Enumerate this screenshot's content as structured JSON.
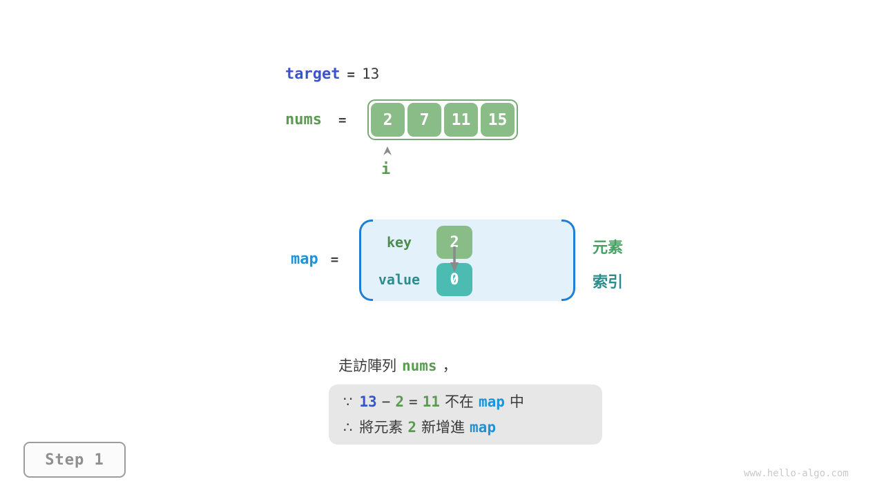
{
  "colors": {
    "royal_blue": "#3b54c9",
    "azure_blue": "#1c94d8",
    "bracket_blue": "#1d7ed3",
    "code_green": "#5a9b51",
    "key_label_green": "#4e8b4e",
    "element_green": "#46a163",
    "teal_text": "#2e8c8c",
    "array_cell_green": "#8abc88",
    "array_border_green": "#75aa74",
    "value_cell_teal": "#4cbcb3",
    "dark_text": "#3a3a3a",
    "arrow_gray": "#8a8a8a",
    "note_bg": "#e7e7e7",
    "map_bg": "#e3f1fa"
  },
  "target_line": {
    "label": "target",
    "equals": "=",
    "value": "13"
  },
  "nums_line": {
    "label": "nums",
    "equals": "=",
    "values": [
      "2",
      "7",
      "11",
      "15"
    ],
    "pointer": "i"
  },
  "map_section": {
    "label": "map",
    "equals": "=",
    "key_label": "key",
    "key_value": "2",
    "value_label": "value",
    "value_value": "0",
    "element_label": "元素",
    "index_label": "索引"
  },
  "sentence": {
    "prefix": "走訪陣列",
    "code": "nums",
    "comma": "，"
  },
  "note": {
    "line1": {
      "because": "∵",
      "minuend": "13",
      "minus": "−",
      "subtrahend": "2",
      "equals": "=",
      "difference": "11",
      "text_a": "不在",
      "map": "map",
      "text_b": "中"
    },
    "line2": {
      "therefore": "∴",
      "text_a": "將元素",
      "value": "2",
      "text_b": "新增進",
      "map": "map"
    }
  },
  "footer": {
    "step": "Step 1",
    "watermark": "www.hello-algo.com"
  }
}
